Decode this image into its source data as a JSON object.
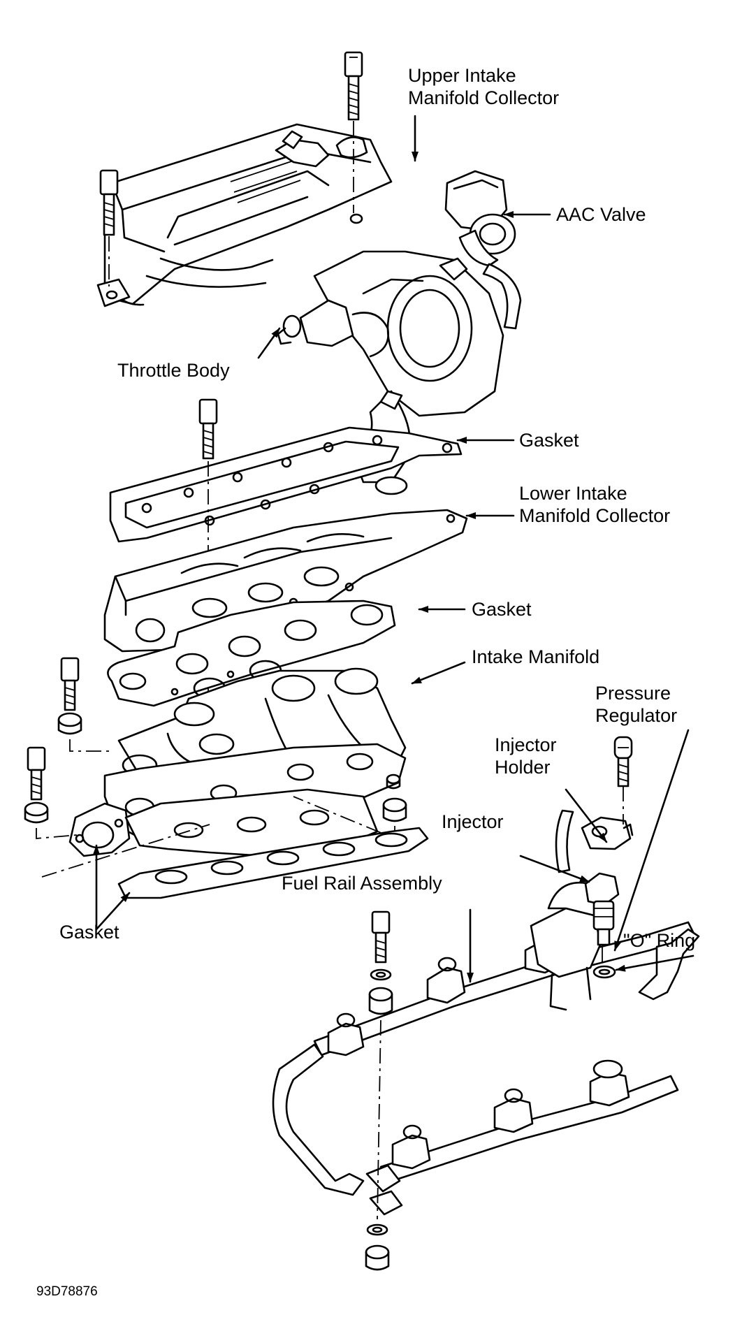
{
  "labels": {
    "upper_collector": [
      "Upper Intake",
      "Manifold Collector"
    ],
    "aac_valve": "AAC Valve",
    "throttle_body": "Throttle Body",
    "gasket_1": "Gasket",
    "lower_collector": [
      "Lower Intake",
      "Manifold Collector"
    ],
    "gasket_2": "Gasket",
    "intake_manifold": "Intake Manifold",
    "pressure_regulator": [
      "Pressure",
      "Regulator"
    ],
    "injector_holder": [
      "Injector",
      "Holder"
    ],
    "injector": "Injector",
    "fuel_rail": "Fuel Rail Assembly",
    "o_ring": "\"O\" Ring",
    "gasket_3": "Gasket"
  },
  "figure_id": "93D78876",
  "colors": {
    "ink": "#000000",
    "paper": "#ffffff"
  }
}
